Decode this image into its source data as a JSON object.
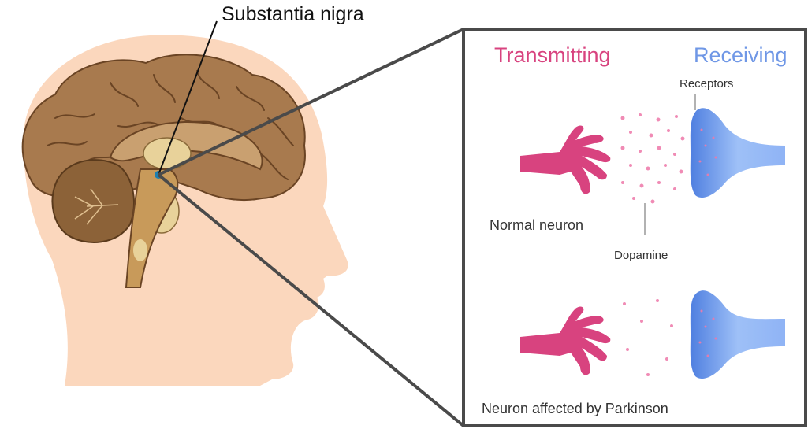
{
  "labels": {
    "substantia_nigra": "Substantia nigra",
    "transmitting": "Transmitting",
    "receiving": "Receiving",
    "receptors": "Receptors",
    "normal_neuron": "Normal neuron",
    "dopamine": "Dopamine",
    "affected_neuron": "Neuron affected by Parkinson"
  },
  "colors": {
    "skin": "#fbd7bd",
    "brain": "#a87a4e",
    "brain_dark": "#6a4424",
    "brainstem": "#e8d29a",
    "substantia_nigra_dot": "#1d7fb0",
    "transmitting": "#d8437f",
    "receiving": "#6f97e6",
    "panel_border": "#4a4a4a"
  }
}
